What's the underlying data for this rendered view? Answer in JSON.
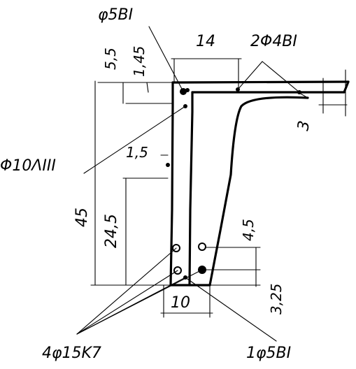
{
  "labels": {
    "top_rebar": "φ5BI",
    "top_width": "14",
    "flange_bars": "2Φ4BI",
    "flange_thk_a": "5,5",
    "flange_thk_b": "1,45",
    "flange_slope": "3",
    "stirrup_bar": "Φ10ΛIII",
    "cover_top": "1,5",
    "total_height": "45",
    "height_lower": "24,5",
    "spacing_a": "4,5",
    "spacing_b": "3,25",
    "bottom_width": "10",
    "strands": "4φ15K7",
    "bottom_bar": "1φ5BI"
  }
}
